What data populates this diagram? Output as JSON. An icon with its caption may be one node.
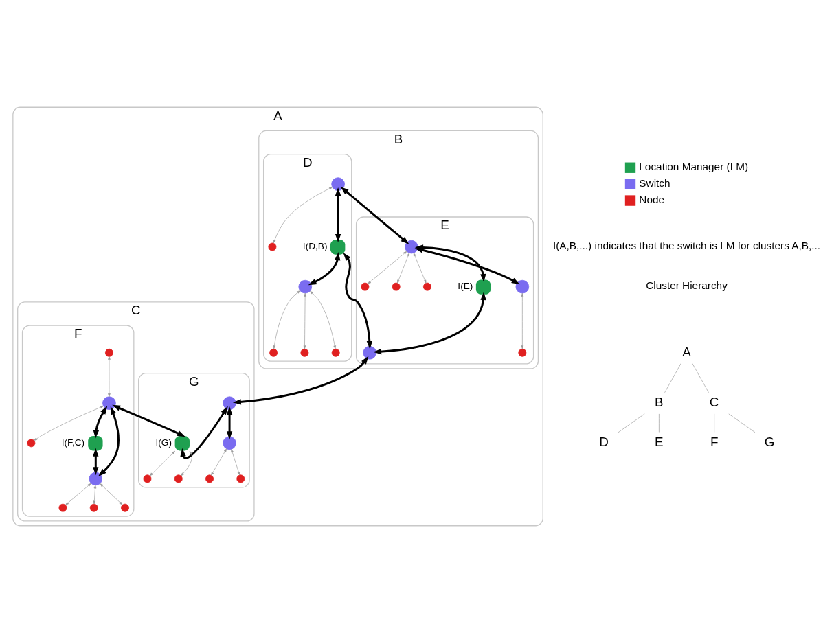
{
  "diagram": {
    "nodes": [
      {
        "text": [
          "A"
        ]
      },
      {
        "text": [
          "B"
        ],
        "in": 0
      },
      {
        "text": [
          "D"
        ],
        "in": 1
      },
      {
        "text": [
          "E"
        ],
        "in": 1
      },
      {
        "text": [
          "C"
        ],
        "in": 0
      },
      {
        "text": [
          "F"
        ],
        "in": 4
      },
      {
        "text": [
          "G"
        ],
        "in": 4
      },
      {
        "text": [],
        "shape": "circle",
        "in": 2
      },
      {
        "text": [],
        "shape": "circle",
        "in": 2
      },
      {
        "text": [],
        "shape": "circle",
        "in": 2,
        "beside": [
          "I(D,B)"
        ]
      },
      {
        "text": [],
        "shape": "circle",
        "in": 2
      },
      {
        "text": [],
        "shape": "circle",
        "in": 2
      },
      {
        "text": [],
        "shape": "circle",
        "in": 2
      },
      {
        "text": [],
        "shape": "circle",
        "in": 2
      },
      {
        "text": [],
        "shape": "circle",
        "in": 3
      },
      {
        "text": [],
        "shape": "circle",
        "in": 3
      },
      {
        "text": [],
        "shape": "circle",
        "in": 3
      },
      {
        "text": [],
        "shape": "circle",
        "in": 3
      },
      {
        "text": [],
        "shape": "circle",
        "in": 3,
        "beside": [
          "I(E)"
        ]
      },
      {
        "text": [],
        "shape": "circle",
        "in": 3
      },
      {
        "text": [],
        "shape": "circle",
        "in": 3
      },
      {
        "text": [],
        "shape": "circle",
        "in": 3
      },
      {
        "text": [],
        "shape": "circle",
        "in": 5
      },
      {
        "text": [],
        "shape": "circle",
        "in": 5
      },
      {
        "text": [],
        "shape": "circle",
        "in": 5
      },
      {
        "text": [],
        "shape": "circle",
        "in": 5,
        "beside": [
          "I(F,C)"
        ]
      },
      {
        "text": [],
        "shape": "circle",
        "in": 5
      },
      {
        "text": [],
        "shape": "circle",
        "in": 5
      },
      {
        "text": [],
        "shape": "circle",
        "in": 5
      },
      {
        "text": [],
        "shape": "circle",
        "in": 5
      },
      {
        "text": [],
        "shape": "circle",
        "in": 6
      },
      {
        "text": [],
        "shape": "circle",
        "in": 6,
        "beside": [
          "I(G)"
        ]
      },
      {
        "text": [],
        "shape": "circle",
        "in": 6
      },
      {
        "text": [],
        "shape": "circle",
        "in": 6
      },
      {
        "text": [],
        "shape": "circle",
        "in": 6
      },
      {
        "text": [],
        "shape": "circle",
        "in": 6
      },
      {
        "text": [],
        "shape": "circle",
        "in": 6
      },
      {
        "text": [
          "A"
        ]
      },
      {
        "text": [
          "B"
        ]
      },
      {
        "text": [
          "C"
        ]
      },
      {
        "text": [
          "D"
        ]
      },
      {
        "text": [
          "E"
        ]
      },
      {
        "text": [
          "F"
        ]
      },
      {
        "text": [
          "G"
        ]
      }
    ],
    "edges": [
      {
        "from": 7,
        "to": 14,
        "arrow": "both",
        "style": "thick",
        "color": "#000000"
      },
      {
        "from": 7,
        "to": 9,
        "arrow": "both",
        "style": "thick",
        "color": "#000000"
      },
      {
        "from": 9,
        "to": 10,
        "arrow": "both",
        "style": "thick",
        "color": "#000000"
      },
      {
        "from": 9,
        "to": 19,
        "arrow": "both",
        "style": "thick",
        "color": "#000000"
      },
      {
        "from": 14,
        "to": 18,
        "arrow": "both",
        "style": "thick",
        "color": "#000000"
      },
      {
        "from": 14,
        "to": 20,
        "arrow": "both",
        "style": "thick",
        "color": "#000000"
      },
      {
        "from": 18,
        "to": 19,
        "arrow": "both",
        "style": "thick",
        "color": "#000000"
      },
      {
        "from": 19,
        "to": 30,
        "arrow": "both",
        "style": "thick",
        "color": "#000000"
      },
      {
        "from": 23,
        "to": 25,
        "arrow": "both",
        "style": "thick",
        "color": "#000000"
      },
      {
        "from": 23,
        "to": 26,
        "arrow": "both",
        "style": "thick",
        "color": "#000000"
      },
      {
        "from": 25,
        "to": 26,
        "arrow": "both",
        "style": "thick",
        "color": "#000000"
      },
      {
        "from": 23,
        "to": 31,
        "arrow": "both",
        "style": "thick",
        "color": "#000000"
      },
      {
        "from": 30,
        "to": 31,
        "arrow": "both",
        "style": "thick",
        "color": "#000000"
      },
      {
        "from": 30,
        "to": 34,
        "arrow": "both",
        "style": "thick",
        "color": "#000000"
      },
      {
        "from": 7,
        "to": 8,
        "arrow": "both"
      },
      {
        "from": 10,
        "to": 11,
        "arrow": "both"
      },
      {
        "from": 10,
        "to": 12,
        "arrow": "both"
      },
      {
        "from": 10,
        "to": 13,
        "arrow": "both"
      },
      {
        "from": 14,
        "to": 15,
        "arrow": "both"
      },
      {
        "from": 14,
        "to": 16,
        "arrow": "both"
      },
      {
        "from": 14,
        "to": 17,
        "arrow": "both"
      },
      {
        "from": 20,
        "to": 21,
        "arrow": "both"
      },
      {
        "from": 22,
        "to": 23,
        "arrow": "both"
      },
      {
        "from": 23,
        "to": 24,
        "arrow": "both"
      },
      {
        "from": 26,
        "to": 27,
        "arrow": "both"
      },
      {
        "from": 26,
        "to": 28,
        "arrow": "both"
      },
      {
        "from": 26,
        "to": 29,
        "arrow": "both"
      },
      {
        "from": 31,
        "to": 32,
        "arrow": "both"
      },
      {
        "from": 31,
        "to": 33,
        "arrow": "both"
      },
      {
        "from": 34,
        "to": 35,
        "arrow": "both"
      },
      {
        "from": 34,
        "to": 36,
        "arrow": "both"
      },
      {
        "from": 37,
        "to": 38,
        "arrow": "none"
      },
      {
        "from": 37,
        "to": 39,
        "arrow": "none"
      },
      {
        "from": 38,
        "to": 40,
        "arrow": "none"
      },
      {
        "from": 38,
        "to": 41,
        "arrow": "none"
      },
      {
        "from": 39,
        "to": 42,
        "arrow": "none"
      },
      {
        "from": 39,
        "to": 43,
        "arrow": "none"
      }
    ],
    "labels": [
      "I(A,B,...) indicates that the switch is LM for clusters A,B,...",
      "Cluster Hierarchy"
    ],
    "legend": [
      {
        "text": "Location Manager (LM)",
        "color": "#1fa050"
      },
      {
        "text": "Switch",
        "color": "#7a6cf0"
      },
      {
        "text": "Node",
        "color": "#e02020"
      }
    ]
  }
}
